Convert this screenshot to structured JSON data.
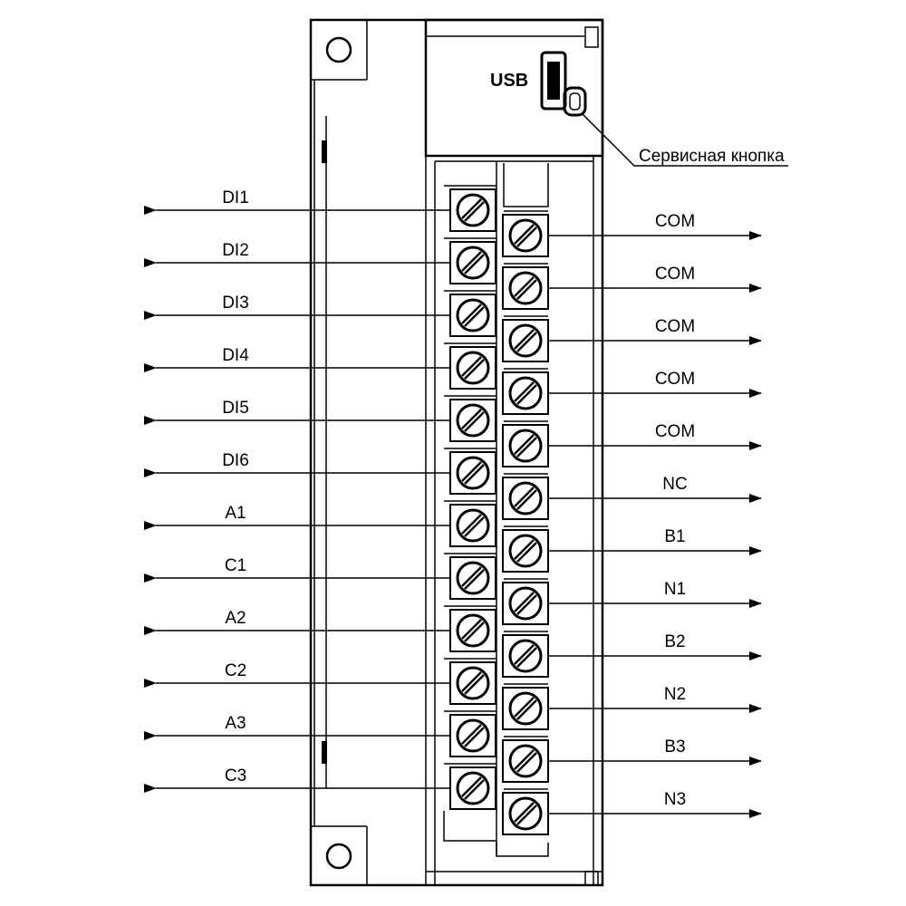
{
  "device": {
    "usb_label": "USB",
    "service_button_label": "Сервисная кнопка"
  },
  "left_terminals": [
    "DI1",
    "DI2",
    "DI3",
    "DI4",
    "DI5",
    "DI6",
    "A1",
    "C1",
    "A2",
    "C2",
    "A3",
    "C3"
  ],
  "right_terminals": [
    "COM",
    "COM",
    "COM",
    "COM",
    "COM",
    "NC",
    "B1",
    "N1",
    "B2",
    "N2",
    "B3",
    "N3"
  ]
}
